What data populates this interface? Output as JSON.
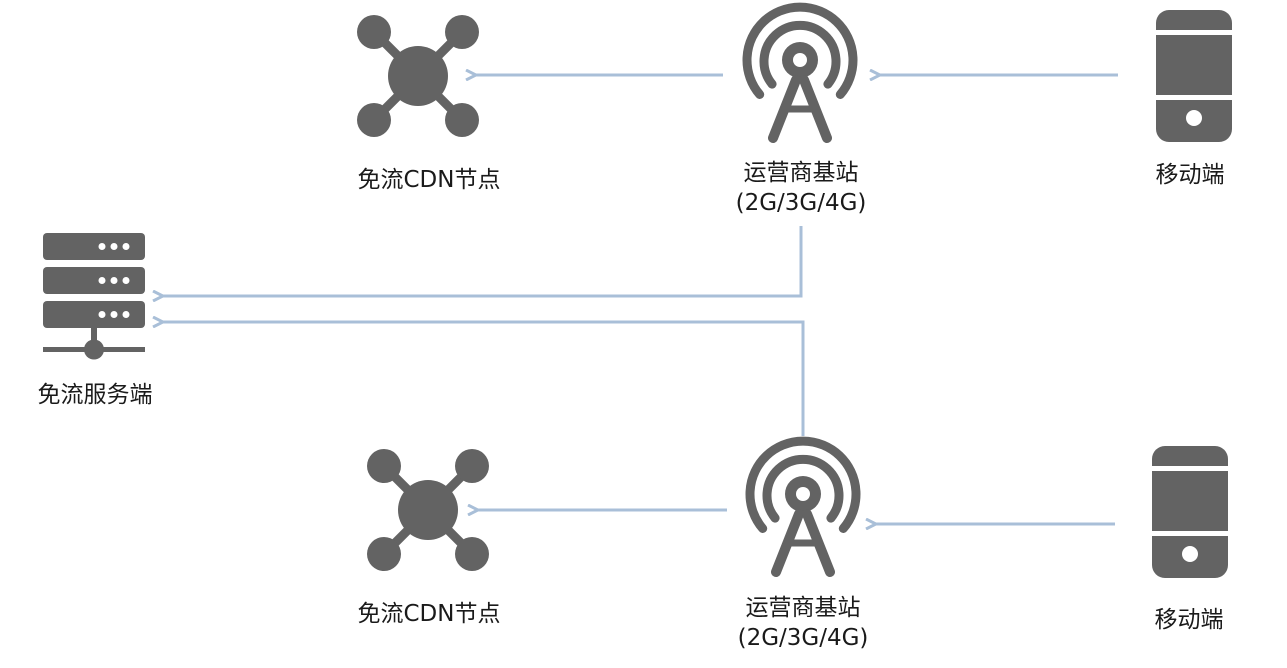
{
  "top": {
    "cdn_label": "免流CDN节点",
    "tower_label_line1": "运营商基站",
    "tower_label_line2": "(2G/3G/4G)",
    "mobile_label": "移动端"
  },
  "bottom": {
    "cdn_label": "免流CDN节点",
    "tower_label_line1": "运营商基站",
    "tower_label_line2": "(2G/3G/4G)",
    "mobile_label": "移动端"
  },
  "server": {
    "label": "免流服务端"
  },
  "colors": {
    "icon": "#636363",
    "arrow": "#a9bfd8",
    "text": "#1a1a1a"
  },
  "icons": [
    "cdn-node-icon",
    "cell-tower-icon",
    "mobile-phone-icon",
    "server-icon"
  ]
}
